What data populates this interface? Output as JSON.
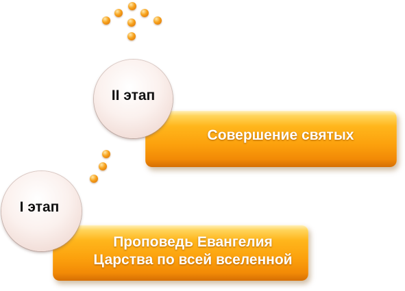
{
  "stages": [
    {
      "stage_label": "I этап",
      "description_lines": [
        "Проповедь Евангелия",
        "Царства по всей вселенной"
      ]
    },
    {
      "stage_label": "II этап",
      "description_lines": [
        "Совершение святых"
      ]
    }
  ],
  "colors": {
    "bar_orange": "#fca10d",
    "circle_pink": "#f1dcd6",
    "dot_orange": "#f7a21c",
    "label_dark": "#111111",
    "bar_text": "#ffffff"
  }
}
